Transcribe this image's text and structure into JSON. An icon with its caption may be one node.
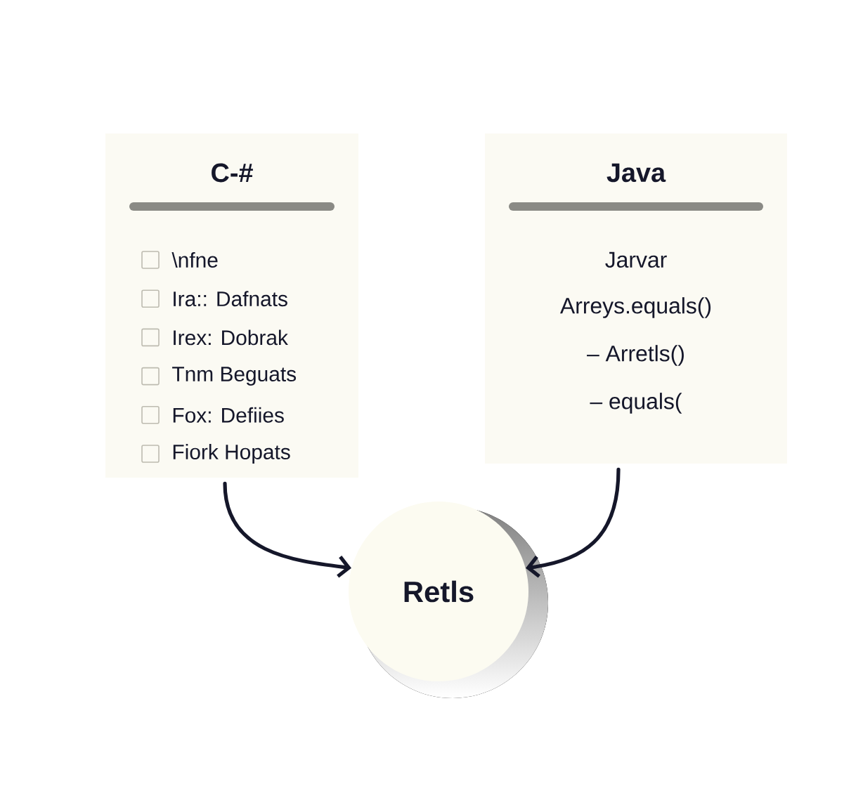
{
  "diagram": {
    "nodes": [
      {
        "text": [
          "C-#",
          "\\nfne",
          "Ira:: Dafnats",
          "Irex: Dobrak",
          "Tnm Beguats",
          "Fox: Defiies",
          "Fiork Hopats"
        ]
      },
      {
        "text": [
          "Java",
          "Jarvar",
          "Arreys.equals()",
          "– Arretls()",
          "– equals("
        ]
      },
      {
        "text": [
          "Retls"
        ]
      }
    ],
    "edges": [
      {
        "from": 0,
        "to": 2,
        "arrow": "to"
      },
      {
        "from": 1,
        "to": 2,
        "arrow": "to"
      }
    ]
  }
}
